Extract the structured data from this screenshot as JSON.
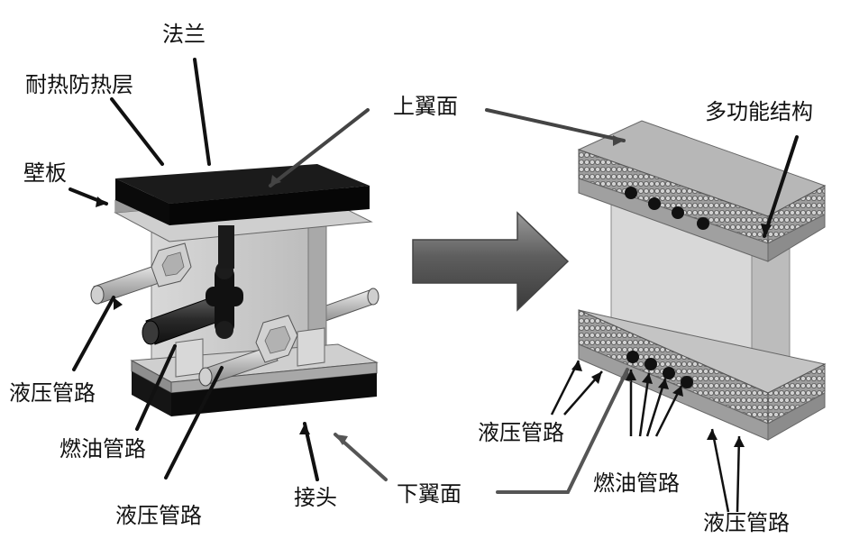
{
  "labels": {
    "flange": "法兰",
    "heat_layer": "耐热防热层",
    "wall_panel": "壁板",
    "upper_wing_surface": "上翼面",
    "multifunction_structure": "多功能结构",
    "hydraulic_left": "液压管路",
    "fuel_left": "燃油管路",
    "hydraulic_bottom_left": "液压管路",
    "joint": "接头",
    "lower_wing_surface": "下翼面",
    "hydraulic_right_mid": "液压管路",
    "fuel_right": "燃油管路",
    "hydraulic_right_bottom": "液压管路"
  }
}
